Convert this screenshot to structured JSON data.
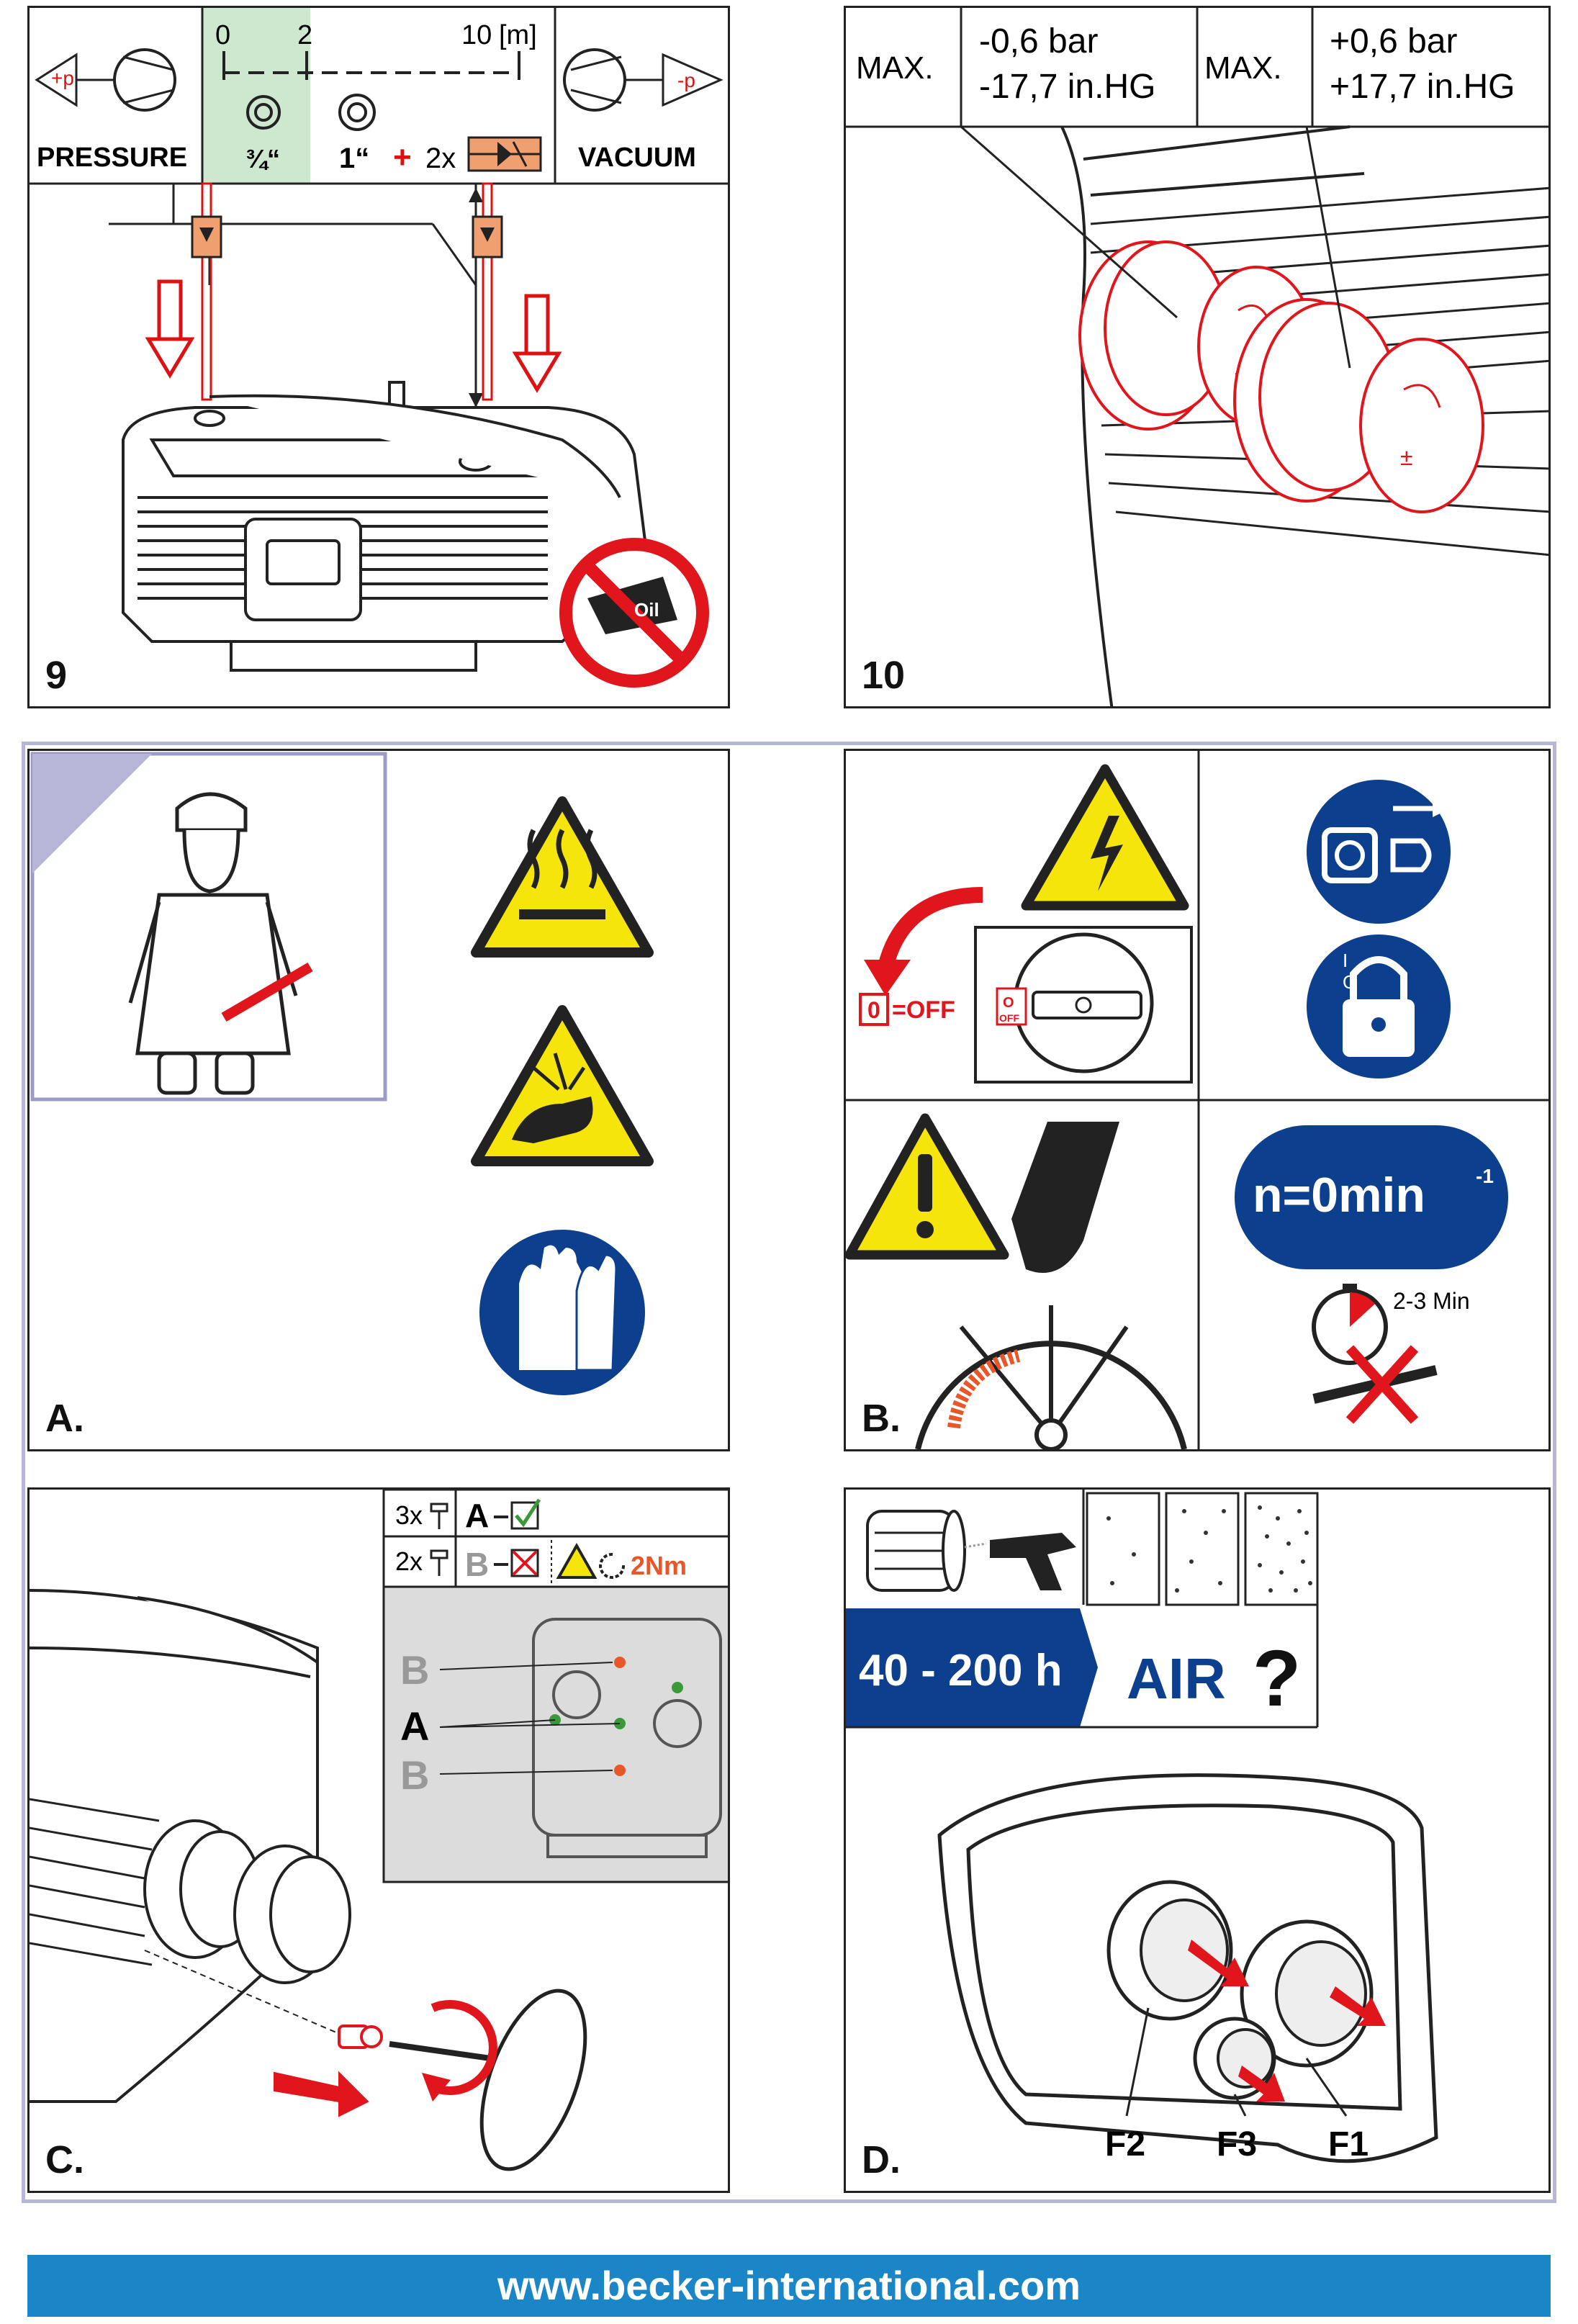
{
  "panel9": {
    "number": "9",
    "scale": {
      "start": "0",
      "mid": "2",
      "end": "10",
      "unit": "[m]"
    },
    "pressure_label": "PRESSURE",
    "pressure_symbol": "+p",
    "vacuum_label": "VACUUM",
    "vacuum_symbol": "-p",
    "pipe_small": "¾“",
    "pipe_large": "1“",
    "plus": "+",
    "valve_count": "2x",
    "sign_text": "Oil"
  },
  "panel10": {
    "number": "10",
    "max1": "MAX.",
    "vac_bar": "-0,6 bar",
    "vac_hg": "-17,7 in.HG",
    "max2": "MAX.",
    "pres_bar": "+0,6 bar",
    "pres_hg": "+17,7 in.HG"
  },
  "panelA": {
    "letter": "A."
  },
  "panelB": {
    "letter": "B.",
    "off_zero": "0",
    "off_label": "=OFF",
    "switch_zero": "O",
    "switch_off": "OFF",
    "lock_i": "I",
    "lock_o": "O",
    "speed_text": "n=0min",
    "speed_sup": "-1",
    "wait_text": "2-3 Min"
  },
  "panelC": {
    "letter": "C.",
    "count_a": "3x",
    "label_a": "A",
    "count_b": "2x",
    "label_b": "B",
    "torque": "2Nm",
    "diag_b_top": "B",
    "diag_a": "A",
    "diag_b_bottom": "B"
  },
  "panelD": {
    "letter": "D.",
    "hours": "40 - 200 h",
    "air": "AIR",
    "question": "?",
    "f2": "F2",
    "f3": "F3",
    "f1": "F1"
  },
  "footer": {
    "url": "www.becker-international.com"
  },
  "colors": {
    "footer_blue": "#1a86c8",
    "navy": "#0d3f8f",
    "warning_yellow": "#f5e50a",
    "alert_red": "#e1151c",
    "valve_orange": "#f0a070",
    "frame_lavender": "#b7b6d8"
  }
}
